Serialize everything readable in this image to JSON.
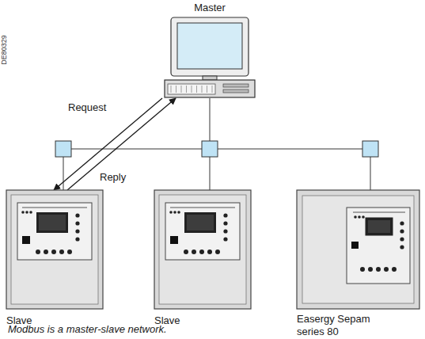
{
  "diagram": {
    "caption": "Modbus is a master-slave network.",
    "nodes": [
      {
        "text": [
          "Master"
        ]
      },
      {
        "text": [
          "Slave"
        ]
      },
      {
        "text": [
          "Slave"
        ]
      },
      {
        "text": [
          "Easergy Sepam series 80"
        ]
      }
    ],
    "edges": [
      {
        "from": 0,
        "to": 1,
        "arrow": "none"
      },
      {
        "from": 0,
        "to": 2,
        "arrow": "none"
      },
      {
        "from": 0,
        "to": 3,
        "arrow": "none"
      },
      {
        "from": 0,
        "to": 1,
        "label": "Request",
        "arrow": "to"
      },
      {
        "from": 1,
        "to": 0,
        "label": "Reply",
        "arrow": "to"
      }
    ],
    "labels": [
      "DE80329"
    ]
  }
}
